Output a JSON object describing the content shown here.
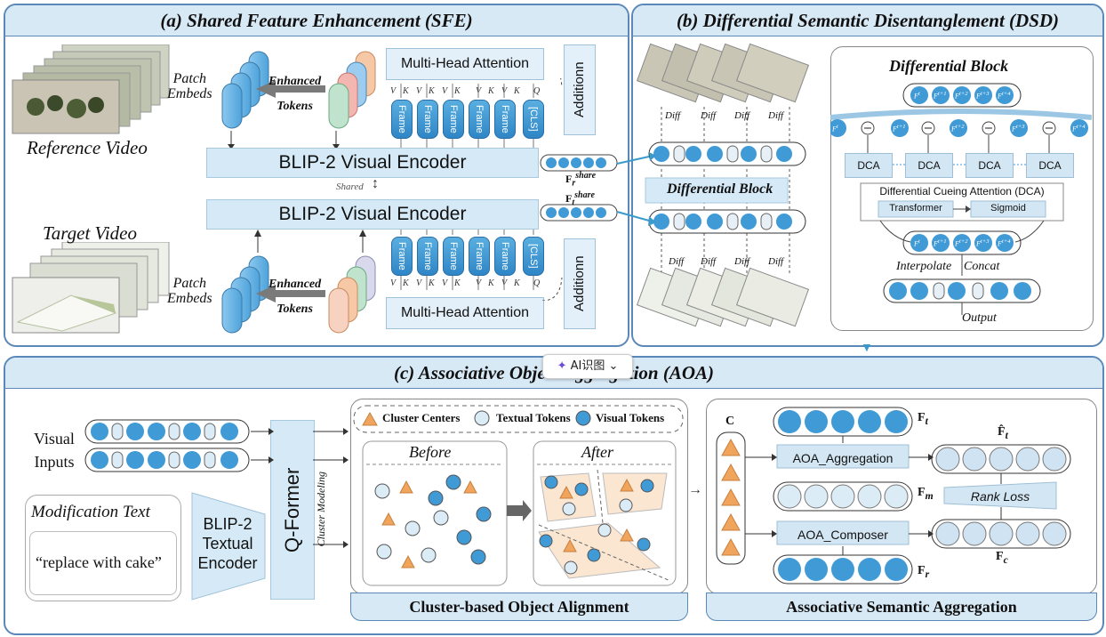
{
  "sfe": {
    "title": "(a) Shared Feature Enhancement (SFE)",
    "patch_embeds": "Patch\nEmbeds",
    "patch": "Patch",
    "embeds": "Embeds",
    "enhanced": "Enhanced",
    "tokens": "Tokens",
    "reference_video": "Reference Video",
    "target_video": "Target Video",
    "mha": "Multi-Head Attention",
    "frame": "Frame",
    "cls": "[CLS]",
    "addition": "Additionn",
    "encoder": "BLIP-2 Visual Encoder",
    "shared": "Shared",
    "vkq": [
      "V",
      "K",
      "V",
      "K",
      "V",
      "K",
      "V",
      "K",
      "V",
      "K",
      "V",
      "Q"
    ],
    "f_r": "F",
    "f_r_sup": "share",
    "f_r_sub": "r",
    "f_t_sub": "t"
  },
  "dsd": {
    "title": "(b) Differential Semantic Disentanglement (DSD)",
    "diff": "Diff",
    "diff_block": "Differential Block",
    "block_title": "Differential Block",
    "f_tokens": [
      "F",
      "F",
      "F",
      "F",
      "F"
    ],
    "f_sups": [
      "t",
      "t+1",
      "t+2",
      "t+3",
      "t+4"
    ],
    "dca": "DCA",
    "dca_full": "Differential Cueing Attention (DCA)",
    "transformer": "Transformer",
    "sigmoid": "Sigmoid",
    "interpolate": "Interpolate",
    "concat": "Concat",
    "output": "Output"
  },
  "aoa": {
    "title": "(c) Associative Object Aggregation (AOA)",
    "visual_inputs": "Visual Inputs",
    "visual": "Visual",
    "inputs": "Inputs",
    "modification_text": "Modification Text",
    "mod_example": "“replace with cake”",
    "blip2": "BLIP-2",
    "textual": "Textual",
    "encoder": "Encoder",
    "qformer": "Q-Former",
    "cluster_modeling": "Cluster Modeling",
    "legend_cluster": "Cluster Centers",
    "legend_textual": "Textual Tokens",
    "legend_visual": "Visual Tokens",
    "before": "Before",
    "after": "After",
    "cluster_alignment": "Cluster-based Object Alignment",
    "c_label": "C",
    "ft": "F",
    "ft_sub": "t",
    "fm_sub": "m",
    "fr_sub": "r",
    "fc_sub": "c",
    "fhat": "F̂",
    "aoa_aggregation": "AOA_Aggregation",
    "aoa_composer": "AOA_Composer",
    "rank_loss": "Rank Loss",
    "semantic_aggregation": "Associative Semantic Aggregation"
  },
  "badge": {
    "text": "AI识图"
  },
  "colors": {
    "panel_border": "#5a88b8",
    "header_bg": "#d8e9f6",
    "token_blue": "#3f9ad6",
    "token_light": "#dcecf7",
    "orange": "#f0a45c"
  }
}
